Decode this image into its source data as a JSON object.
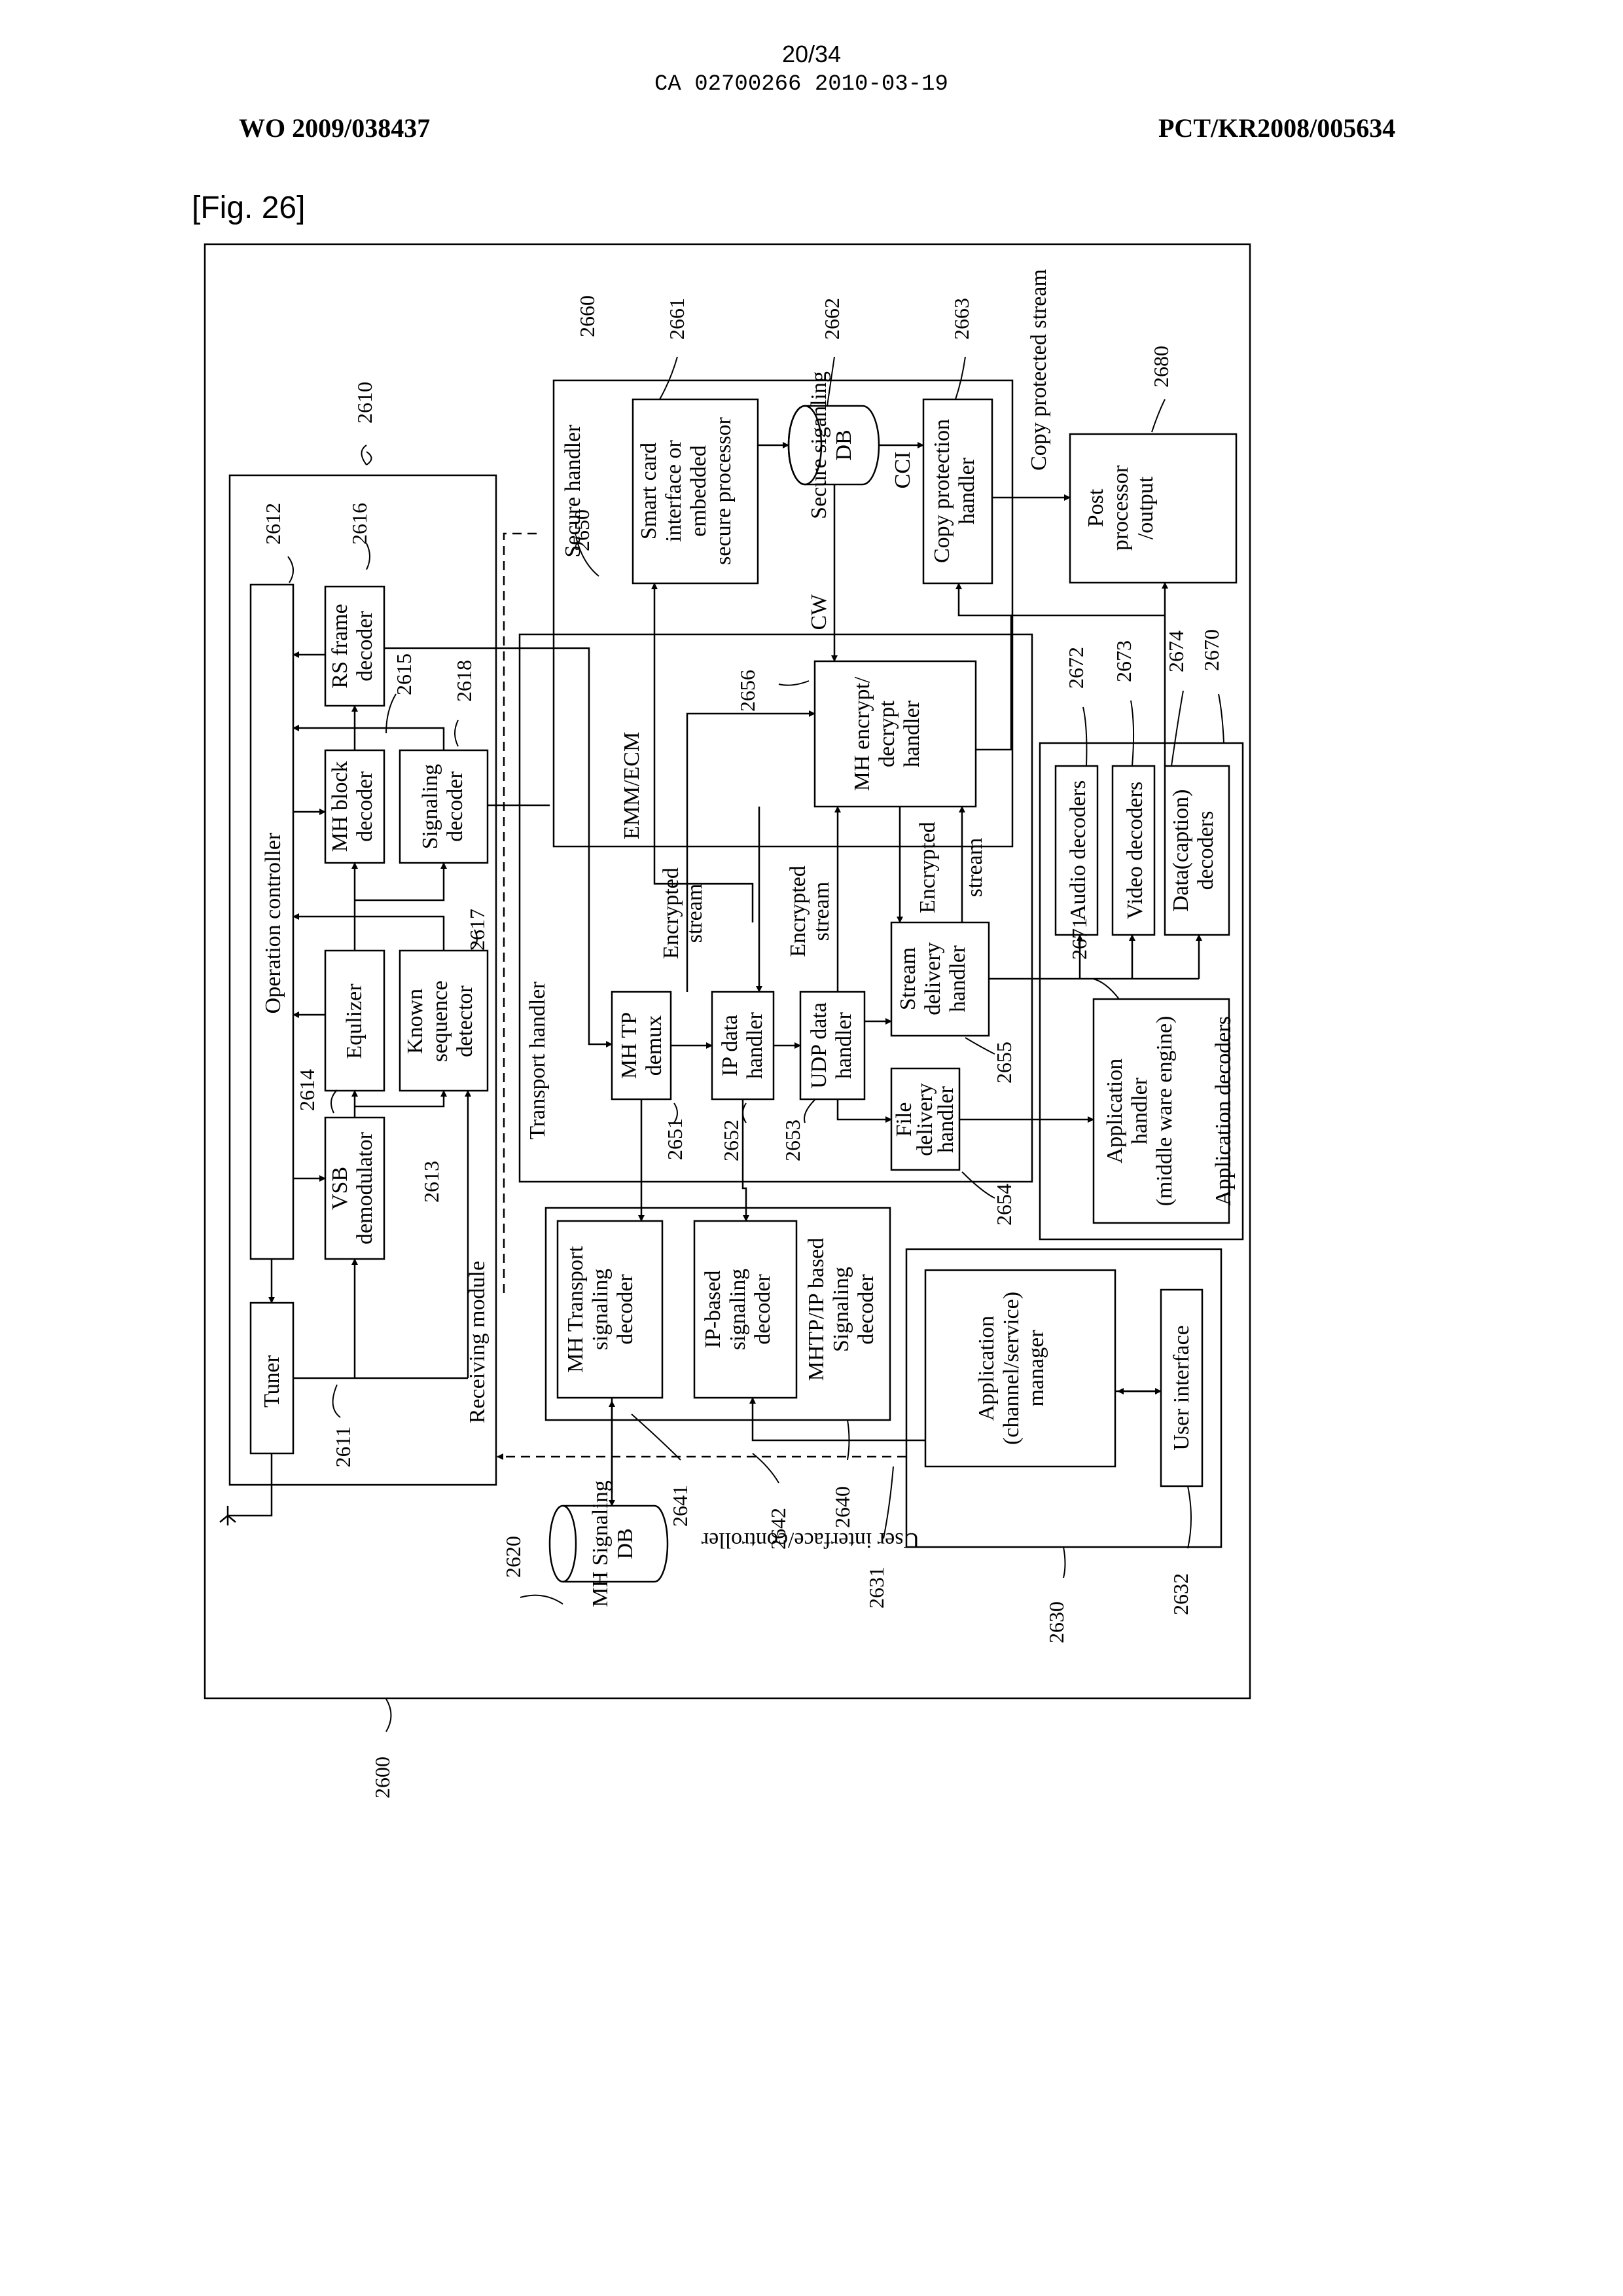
{
  "header": {
    "page": "20/34",
    "doc_code": "CA 02700266 2010-03-19",
    "pub_left": "WO 2009/038437",
    "pub_right": "PCT/KR2008/005634"
  },
  "figure": {
    "label": "[Fig. 26]",
    "system_ref": "2600",
    "receiving_module": {
      "title": "Receiving module",
      "ref": "2610",
      "tuner": {
        "label": "Tuner",
        "ref": "2611"
      },
      "operation_controller": {
        "label": "Operation controller",
        "ref": "2612"
      },
      "vsb": {
        "line1": "VSB",
        "line2": "demodulator",
        "ref": "2613"
      },
      "equalizer": {
        "label": "Equlizer",
        "ref": "2614"
      },
      "known_seq": {
        "line1": "Known",
        "line2": "sequence",
        "line3": "detector",
        "ref": "2617"
      },
      "mh_block": {
        "line1": "MH block",
        "line2": "decoder",
        "ref": "2615"
      },
      "signaling_dec": {
        "line1": "Signaling",
        "line2": "decoder",
        "ref": "2618"
      },
      "rs_frame": {
        "line1": "RS frame",
        "line2": "decoder",
        "ref": "2616"
      }
    },
    "mh_signaling_db": {
      "line1": "MH Signaling",
      "line2": "DB",
      "ref": "2620"
    },
    "ui_controller": {
      "title": "User interface/controller",
      "ref": "2630",
      "app_manager": {
        "line1": "Application",
        "line2": "(channel/service)",
        "line3": "manager",
        "ref": "2631"
      },
      "user_interface": {
        "label": "User interface",
        "ref": "2632"
      }
    },
    "signaling_decoder": {
      "title_line1": "MHTP/IP based",
      "title_line2": "Signaling",
      "title_line3": "decoder",
      "ref": "2640",
      "mh_transport": {
        "line1": "MH Transport",
        "line2": "signaling",
        "line3": "decoder",
        "ref": "2641"
      },
      "ip_based": {
        "line1": "IP-based",
        "line2": "signaling",
        "line3": "decoder",
        "ref": "2642"
      }
    },
    "transport_handler": {
      "title": "Transport handler",
      "ref": "2650",
      "mh_tp": {
        "line1": "MH TP",
        "line2": "demux",
        "ref": "2651"
      },
      "ip_data": {
        "line1": "IP data",
        "line2": "handler",
        "ref": "2652"
      },
      "udp_data": {
        "line1": "UDP data",
        "line2": "handler",
        "ref": "2653"
      },
      "file_delivery": {
        "line1": "File",
        "line2": "delivery",
        "line3": "handler",
        "ref": "2654"
      },
      "stream_delivery": {
        "line1": "Stream",
        "line2": "delivery",
        "line3": "handler",
        "ref": "2655"
      },
      "mh_encrypt": {
        "line1": "MH encrypt/",
        "line2": "decrypt",
        "line3": "handler",
        "ref": "2656"
      },
      "emm_ecm": "EMM/ECM",
      "enc1_line1": "Encrypted",
      "enc1_line2": "stream",
      "enc2_line1": "Encrypted",
      "enc2_line2": "stream",
      "enc3_line1": "Encrypted",
      "enc3_line2": "stream"
    },
    "secure_handler": {
      "title": "Secure handler",
      "ref": "2660",
      "smart_card": {
        "line1": "Smart card",
        "line2": "interface or",
        "line3": "embedded",
        "line4": "secure processor",
        "ref": "2661"
      },
      "secure_db": {
        "line1": "Secure siganling",
        "line2": "DB",
        "ref": "2662"
      },
      "copy_protection": {
        "line1": "Copy protection",
        "line2": "handler",
        "ref": "2663"
      },
      "cw": "CW",
      "cci": "CCI"
    },
    "app_decoders": {
      "title": "Application decoders",
      "ref": "2670",
      "app_handler": {
        "line1": "Application",
        "line2": "handler",
        "line3": "(middle ware engine)",
        "ref": "2671"
      },
      "audio": {
        "label": "Audio decoders",
        "ref": "2672"
      },
      "video": {
        "label": "Video decoders",
        "ref": "2673"
      },
      "data": {
        "line1": "Data(caption)",
        "line2": "decoders",
        "ref": "2674"
      }
    },
    "post_processor": {
      "line1": "Post",
      "line2": "processor",
      "line3": "/output",
      "ref": "2680"
    },
    "copy_protected_stream": "Copy protected stream"
  }
}
